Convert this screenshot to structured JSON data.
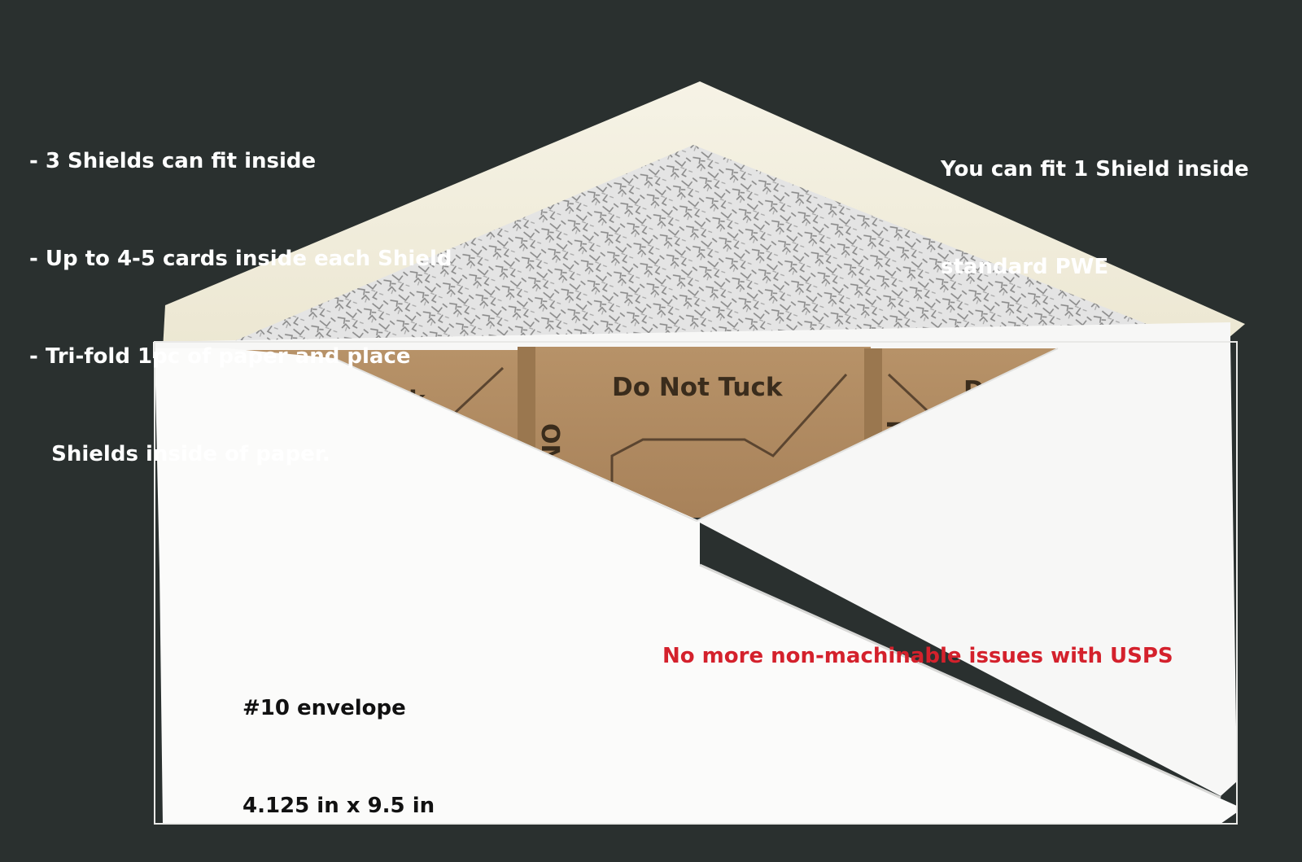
{
  "notes_left": [
    "- 3 Shields can fit inside",
    "- Up to 4-5 cards inside each Shield",
    "- Tri-fold 1pc of paper and place",
    "   Shields inside of paper."
  ],
  "notes_right": [
    "You can fit 1 Shield inside",
    "standard PWE"
  ],
  "envelope_size": [
    "#10 envelope",
    "4.125 in x 9.5 in"
  ],
  "usps_note": "No more non-machinable issues with USPS",
  "shields": {
    "left_label": "Tuck",
    "center_label": "Do Not Tuck",
    "right_label": "Do N",
    "side_label": "OM",
    "side_label_right": "M"
  },
  "colors": {
    "background": "#2a302f",
    "envelope": "#fbfbfa",
    "flap_cream": "#f3f0e2",
    "cardboard": "#b08a62",
    "caption_white": "#ffffff",
    "caption_dark": "#111111",
    "caption_red": "#d4212c"
  }
}
